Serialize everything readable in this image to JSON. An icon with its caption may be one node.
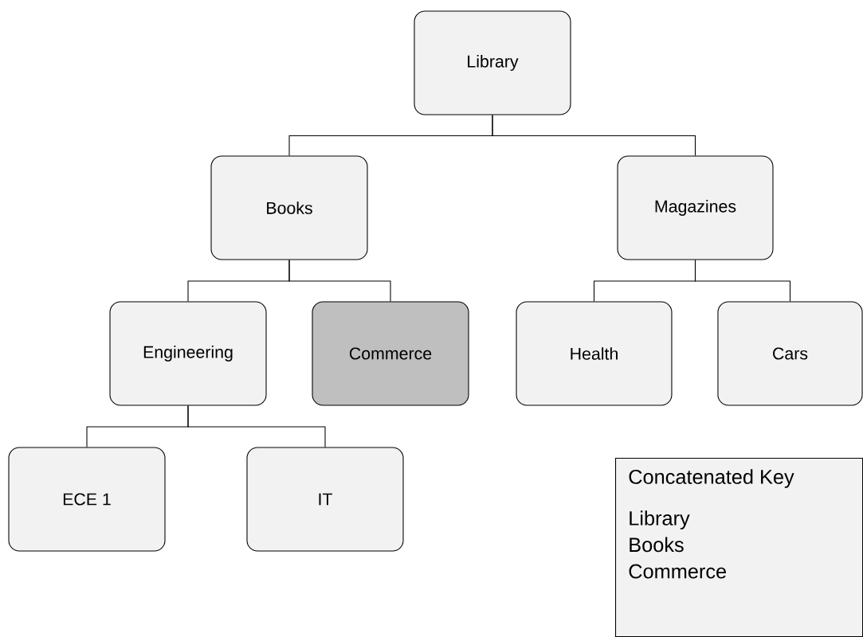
{
  "diagram": {
    "nodes": [
      {
        "text": [
          "Library"
        ]
      },
      {
        "text": [
          "Books"
        ]
      },
      {
        "text": [
          "Magazines"
        ]
      },
      {
        "text": [
          "Engineering"
        ]
      },
      {
        "text": [
          "Commerce"
        ]
      },
      {
        "text": [
          "Health"
        ]
      },
      {
        "text": [
          "Cars"
        ]
      },
      {
        "text": [
          "ECE 1"
        ]
      },
      {
        "text": [
          "IT"
        ]
      },
      {
        "text": [
          "Concatenated Key",
          "Library",
          "Books",
          "Commerce"
        ]
      }
    ],
    "edges": [
      {
        "from": 0,
        "to": 1,
        "arrow": "none"
      },
      {
        "from": 0,
        "to": 2,
        "arrow": "none"
      },
      {
        "from": 1,
        "to": 3,
        "arrow": "none"
      },
      {
        "from": 1,
        "to": 4,
        "arrow": "none"
      },
      {
        "from": 2,
        "to": 5,
        "arrow": "none"
      },
      {
        "from": 2,
        "to": 6,
        "arrow": "none"
      },
      {
        "from": 3,
        "to": 7,
        "arrow": "none"
      },
      {
        "from": 3,
        "to": 8,
        "arrow": "none"
      }
    ]
  }
}
